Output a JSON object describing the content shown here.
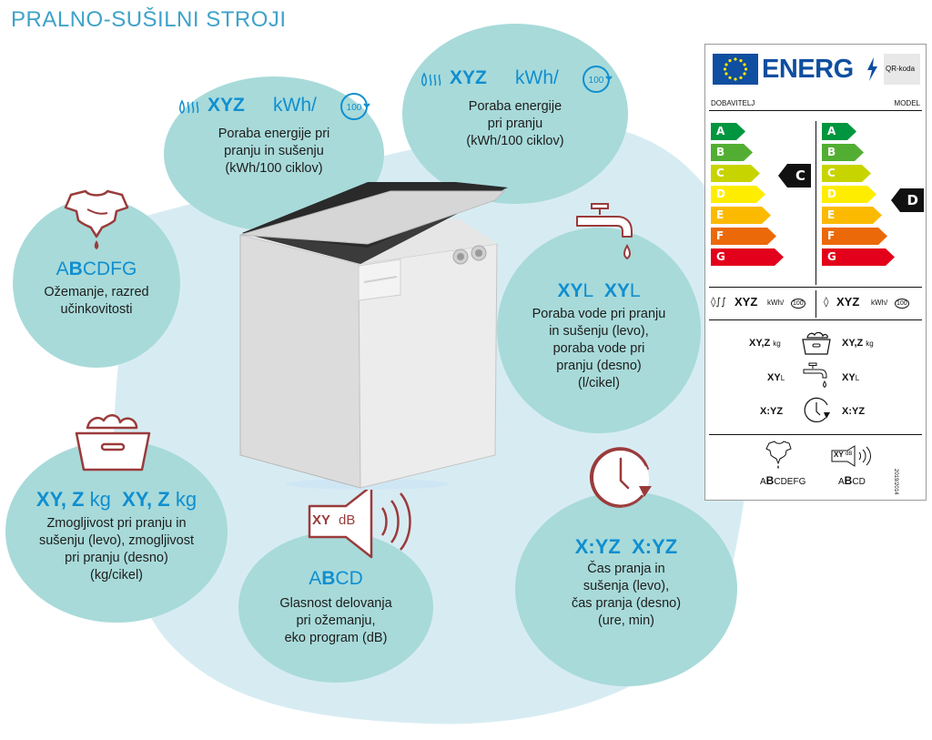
{
  "page_title": "PRALNO-SUŠILNI STROJI",
  "bubbles": {
    "energy_wash_dry": {
      "value_prefix": "XYZ",
      "value_unit": "kWh/",
      "icon_number": "100",
      "description_lines": [
        "Poraba energije pri",
        "pranju in sušenju",
        "(kWh/100 ciklov)"
      ]
    },
    "energy_wash": {
      "value_prefix": "XYZ",
      "value_unit": "kWh/",
      "icon_number": "100",
      "description_lines": [
        "Poraba energije",
        "pri pranju",
        "(kWh/100 ciklov)"
      ]
    },
    "spin": {
      "class_pre": "A",
      "class_bold": "B",
      "class_post": "CDFG",
      "description_lines": [
        "Ožemanje, razred",
        "učinkovitosti"
      ]
    },
    "water": {
      "value_left_bold": "XY",
      "value_left_unit": "L",
      "value_right_bold": "XY",
      "value_right_unit": "L",
      "description_lines": [
        "Poraba vode pri pranju",
        "in sušenju (levo),",
        "poraba vode pri",
        "pranju (desno)",
        "(l/cikel)"
      ]
    },
    "capacity": {
      "value_left_bold": "XY, Z",
      "value_left_unit": "kg",
      "value_right_bold": "XY, Z",
      "value_right_unit": "kg",
      "description_lines": [
        "Zmogljivost pri pranju in",
        "sušenju (levo), zmogljivost",
        "pri pranju (desno)",
        "(kg/cikel)"
      ]
    },
    "noise": {
      "icon_text_bold": "XY",
      "icon_text_unit": "dB",
      "class_pre": "A",
      "class_bold": "B",
      "class_post": "CD",
      "description_lines": [
        "Glasnost delovanja",
        "pri ožemanju,",
        "eko program (dB)"
      ]
    },
    "time": {
      "value_left": "X:YZ",
      "value_right": "X:YZ",
      "description_lines": [
        "Čas pranja in",
        "sušenja (levo),",
        "čas pranja (desno)",
        "(ure, min)"
      ]
    }
  },
  "label": {
    "logo_text": "ENERG",
    "qr_text": "QR-koda",
    "supplier": "DOBAVITELJ",
    "model": "MODEL",
    "classes": [
      "A",
      "B",
      "C",
      "D",
      "E",
      "F",
      "G"
    ],
    "left_indicator": "C",
    "right_indicator": "D",
    "energy_value": "XYZ",
    "energy_unit": "kWh/",
    "energy_icon_number": "100",
    "capacity_left": "XY,Z",
    "capacity_right": "XY,Z",
    "capacity_unit": "kg",
    "water_left": "XY",
    "water_right": "XY",
    "water_unit": "L",
    "time_left": "X:YZ",
    "time_right": "X:YZ",
    "spin_class_pre": "A",
    "spin_class_bold": "B",
    "spin_class_post": "CDEFG",
    "noise_icon_bold": "XY",
    "noise_icon_unit": "dB",
    "noise_class_pre": "A",
    "noise_class_bold": "B",
    "noise_class_post": "CD",
    "regulation_code": "2019/2014"
  },
  "colors": {
    "title": "#3ea2c9",
    "bubble": "#a8dada",
    "accent_blue": "#0f8fd0",
    "icon_red": "#9a3b3b",
    "class_A": "#00963f",
    "class_B": "#52ae32",
    "class_C": "#c8d400",
    "class_D": "#ffed00",
    "class_E": "#fbba00",
    "class_F": "#eb6909",
    "class_G": "#e2001a"
  }
}
